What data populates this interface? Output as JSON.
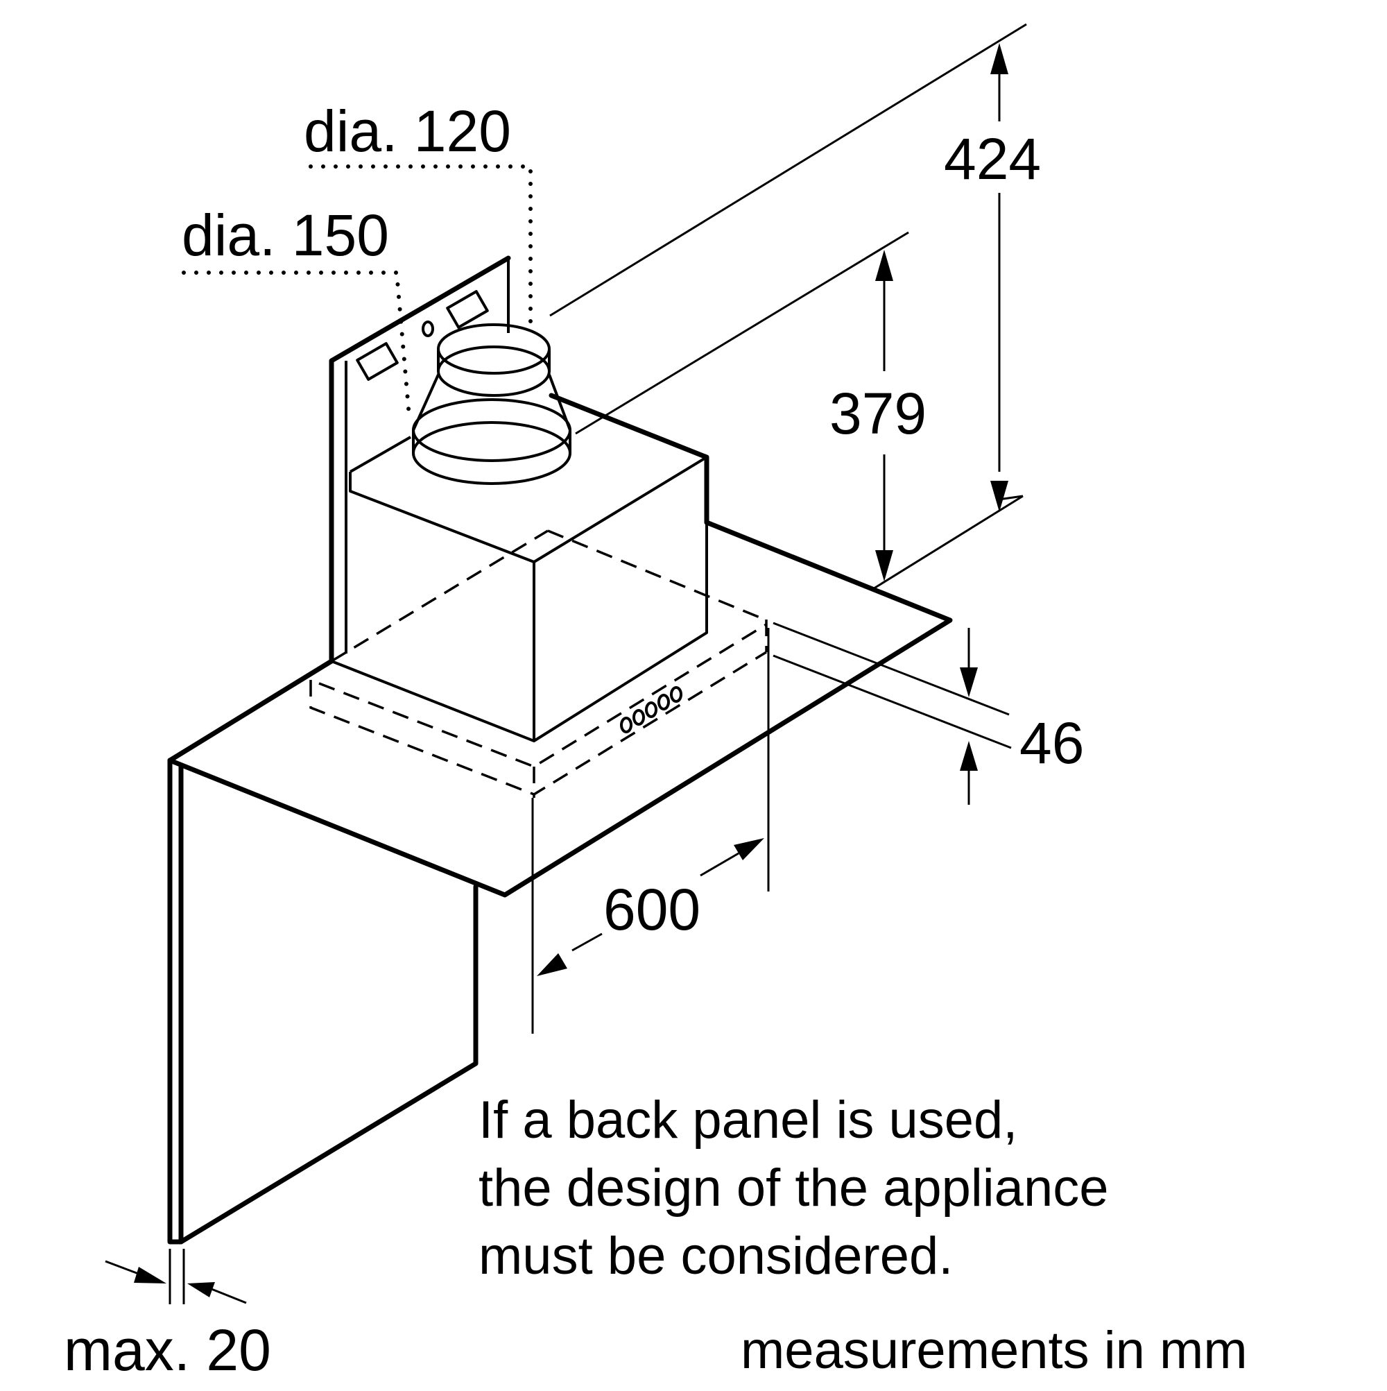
{
  "labels": {
    "dia_120": "dia. 120",
    "dia_150": "dia. 150",
    "dim_424": "424",
    "dim_379": "379",
    "dim_46": "46",
    "dim_600": "600",
    "max_20": "max. 20",
    "note_line1": "If a back panel is used,",
    "note_line2": "the design of the appliance",
    "note_line3": "must be considered.",
    "units": "measurements in mm"
  },
  "colors": {
    "ink": "#000000",
    "background": "#ffffff"
  }
}
